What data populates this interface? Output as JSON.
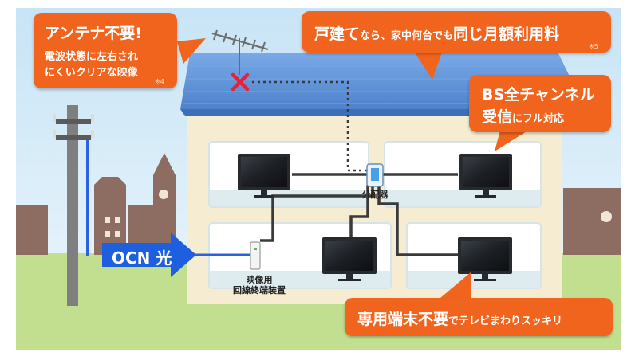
{
  "callouts": {
    "antenna": {
      "title": "アンテナ不要!",
      "line1": "電波状態に左右され",
      "line2": "にくいクリアな映像",
      "note": "※4"
    },
    "house": {
      "part1": "戸建て",
      "part2": "なら、家中何台でも",
      "part3": "同じ月額利用料",
      "note": "※5"
    },
    "bs": {
      "line1": "BS全チャンネル",
      "line2a": "受信",
      "line2b": "にフル対応"
    },
    "terminal": {
      "part1": "専用端末不要",
      "part2": "でテレビまわりスッキリ"
    }
  },
  "labels": {
    "splitter": "分配器",
    "ont_line1": "映像用",
    "ont_line2": "回線終端装置",
    "ocn": "OCN 光"
  },
  "colors": {
    "callout": "#f0641e",
    "roof": "#5a8fd6",
    "wall": "#f5ecd2",
    "fiber": "#2a62e0",
    "arrow": "#1e5fe0",
    "cable": "#3a3a3a",
    "grass": "#c2de8f",
    "sky": "#d7edf9",
    "cross": "#e8213a"
  },
  "icons": [
    "antenna-icon",
    "cross-icon",
    "tv-icon",
    "splitter-icon",
    "ont-icon",
    "utility-pole-icon"
  ]
}
